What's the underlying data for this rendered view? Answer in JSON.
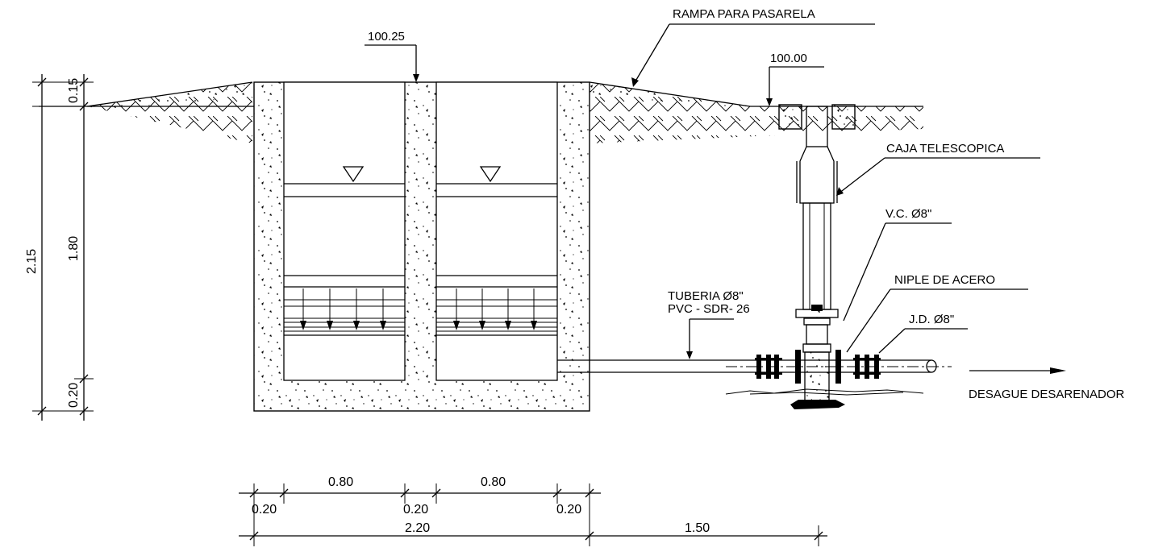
{
  "labels": {
    "rampa": "RAMPA PARA PASARELA",
    "level_left": "100.25",
    "level_right": "100.00",
    "caja": "CAJA TELESCOPICA",
    "vc": "V.C. Ø8\"",
    "niple": "NIPLE DE ACERO",
    "tuberia_1": "TUBERIA Ø8\"",
    "tuberia_2": "PVC - SDR- 26",
    "jd": "J.D. Ø8\"",
    "desague": "DESAGUE DESARENADOR"
  },
  "dimensions": {
    "vertical": {
      "top_015": "0.15",
      "total_215": "2.15",
      "mid_180": "1.80",
      "bottom_020": "0.20"
    },
    "horizontal": {
      "wall_left": "0.20",
      "chamber_1": "0.80",
      "wall_mid": "0.20",
      "chamber_2": "0.80",
      "wall_right": "0.20",
      "total_220": "2.20",
      "extra_150": "1.50"
    }
  }
}
